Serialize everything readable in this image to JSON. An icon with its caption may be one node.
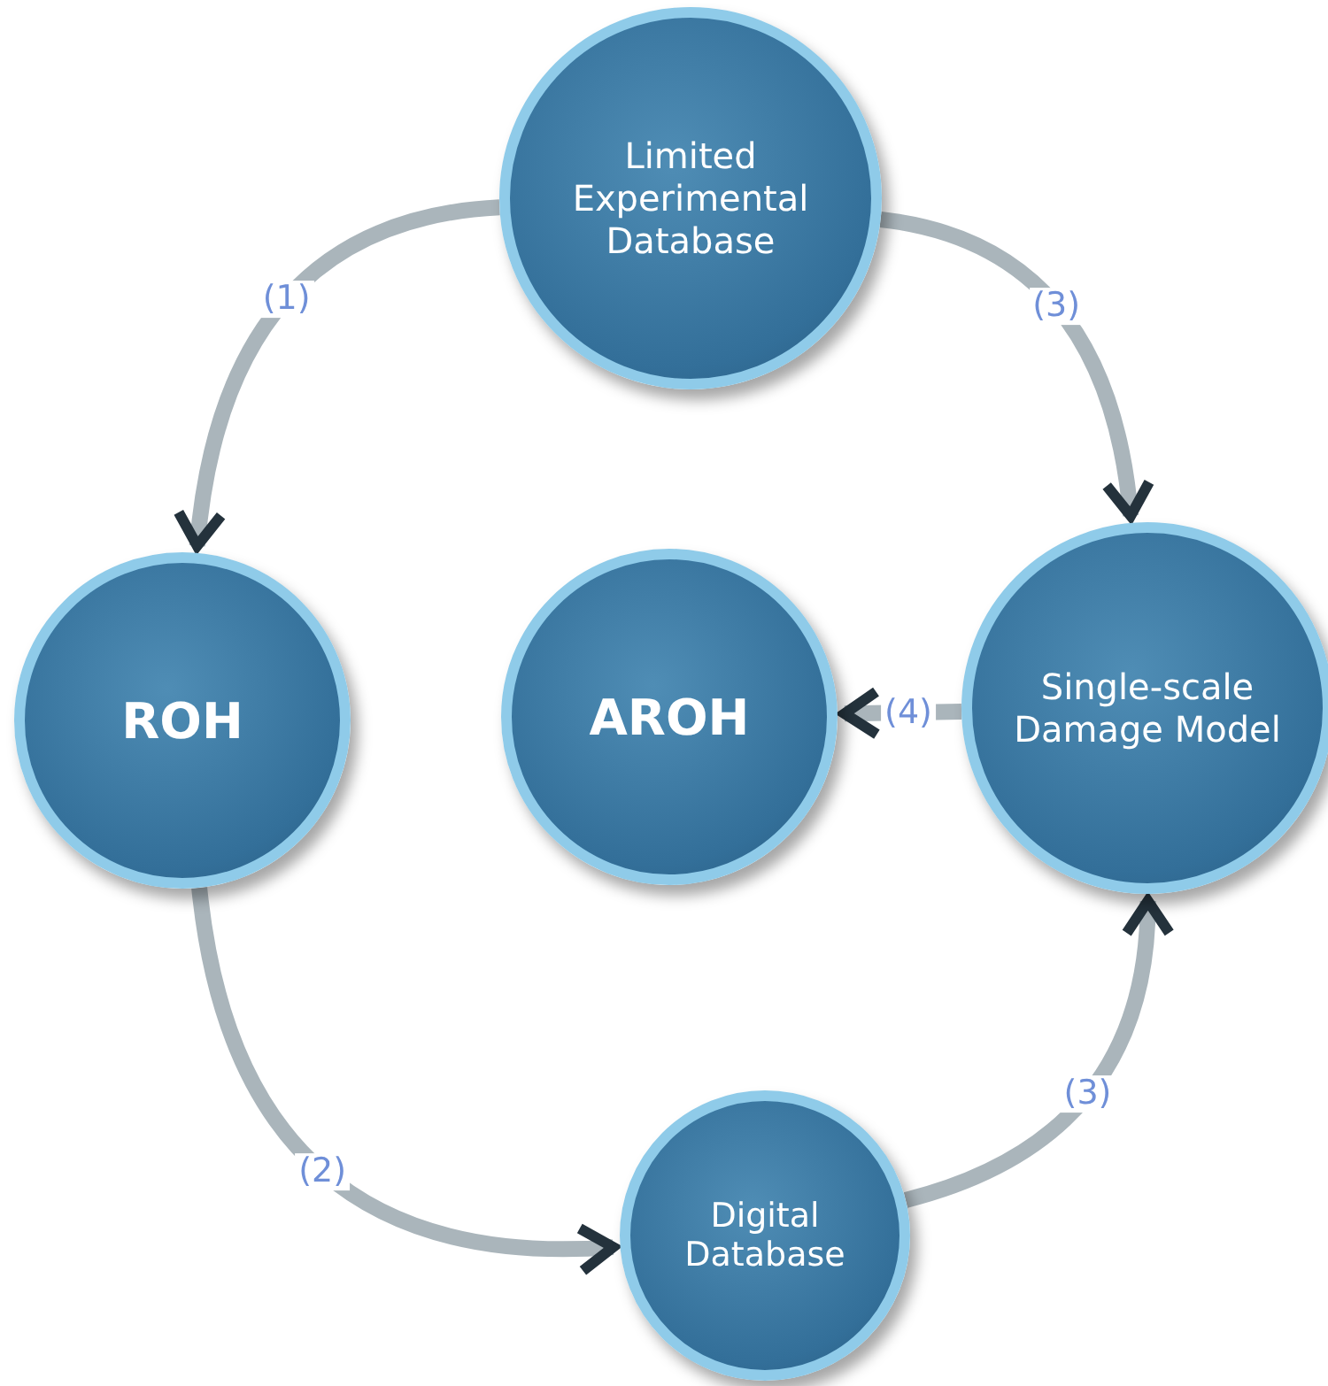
{
  "diagram": {
    "nodes": [
      {
        "text": [
          "Limited Experimental Database"
        ]
      },
      {
        "text": [
          "ROH"
        ]
      },
      {
        "text": [
          "AROH"
        ]
      },
      {
        "text": [
          "Single-scale Damage Model"
        ]
      },
      {
        "text": [
          "Digital Database"
        ]
      }
    ],
    "edges": [
      {
        "from": 0,
        "to": 1,
        "arrow": "to",
        "label": "(1)"
      },
      {
        "from": 0,
        "to": 3,
        "arrow": "to",
        "label": "(3)"
      },
      {
        "from": 1,
        "to": 4,
        "arrow": "to",
        "label": "(2)"
      },
      {
        "from": 4,
        "to": 3,
        "arrow": "to",
        "label": "(3)"
      },
      {
        "from": 3,
        "to": 2,
        "arrow": "to",
        "label": "(4)"
      }
    ]
  }
}
